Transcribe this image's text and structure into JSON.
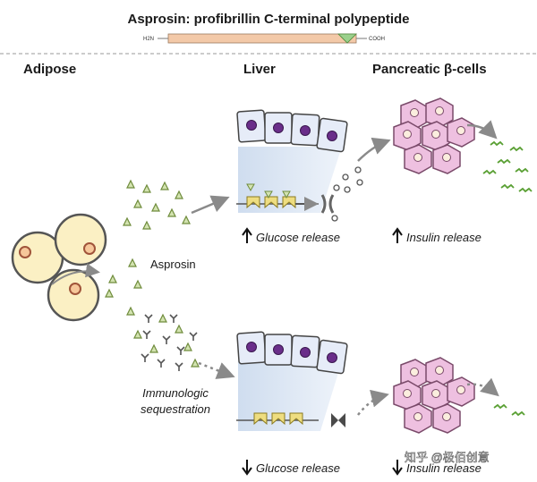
{
  "title": "Asprosin: profibrillin C-terminal polypeptide",
  "protein_bar": {
    "n_term": "H2N",
    "c_term": "COOH"
  },
  "sections": {
    "adipose": "Adipose",
    "liver": "Liver",
    "pancreas": "Pancreatic β-cells"
  },
  "labels": {
    "asprosin": "Asprosin",
    "immunologic_line1": "Immunologic",
    "immunologic_line2": "sequestration",
    "glucose_up": "Glucose release",
    "insulin_up": "Insulin release",
    "glucose_down": "Glucose release",
    "insulin_down": "Insulin release"
  },
  "watermark": "知乎 @极佰创意",
  "colors": {
    "asprosin_fill": "#d3e3b0",
    "asprosin_stroke": "#6f8c3c",
    "adipocyte_fill": "#fbf0c4",
    "liver_cell_fill": "#e6ecf8",
    "nucleus": "#6a2e8a",
    "beta_cell_fill": "#eec0e0",
    "insulin_green": "#5aa034",
    "receptor_yellow": "#eedd80",
    "cone": "#dde8f4",
    "arrow_gray": "#888888"
  }
}
